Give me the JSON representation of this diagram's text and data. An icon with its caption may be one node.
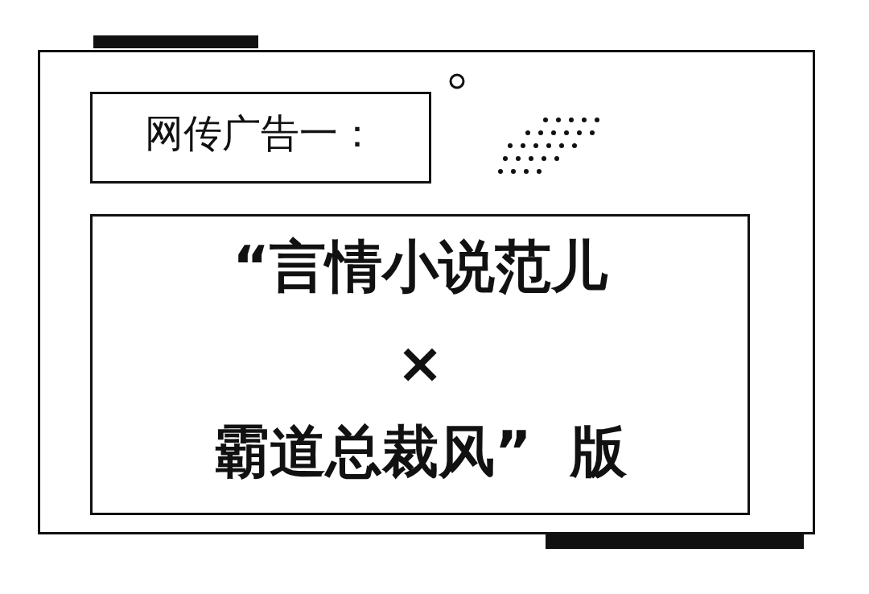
{
  "diagram": {
    "nodes": [
      {
        "text": [],
        "shape": "box"
      },
      {
        "text": [
          "网传广告一："
        ],
        "in": 0
      },
      {
        "text": [
          "“言情小说范儿",
          "×",
          "霸道总裁风”  版"
        ],
        "in": 0
      }
    ]
  }
}
